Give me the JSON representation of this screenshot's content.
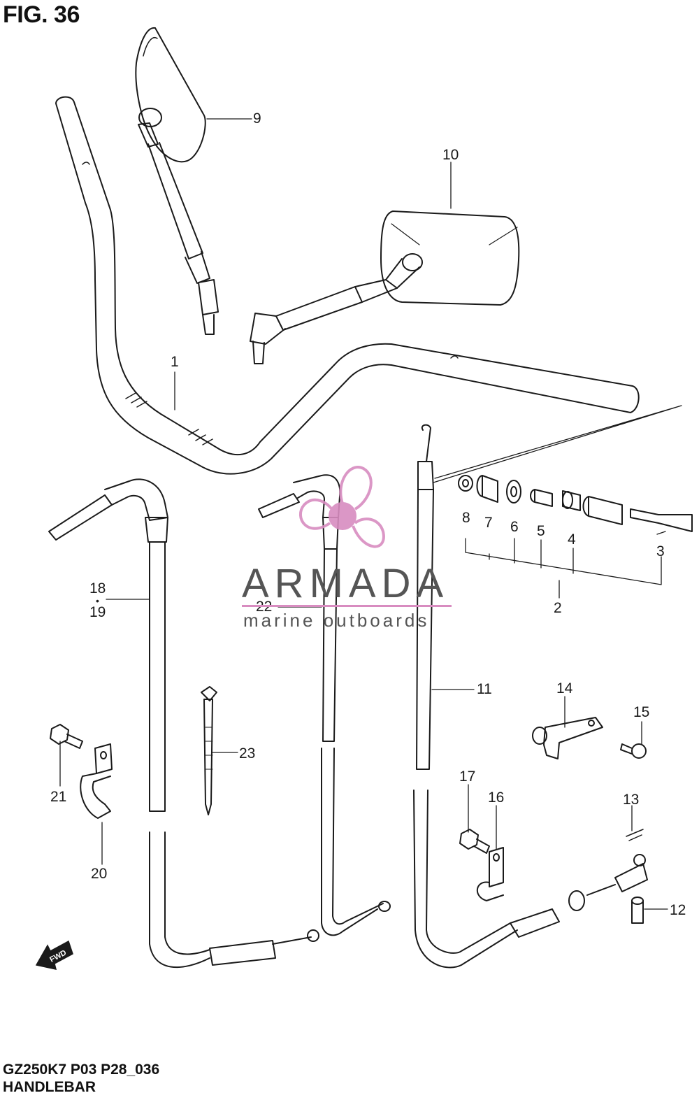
{
  "figure": {
    "title": "FIG. 36"
  },
  "footer": {
    "model_code": "GZ250K7 P03 P28_036",
    "section_name": "HANDLEBAR"
  },
  "watermark": {
    "brand": "ARMADA",
    "tagline": "marine outboards",
    "color": "#d88cc0"
  },
  "direction_tag": "FWD",
  "callouts": [
    {
      "id": "1",
      "label": "1"
    },
    {
      "id": "2",
      "label": "2"
    },
    {
      "id": "3",
      "label": "3"
    },
    {
      "id": "4",
      "label": "4"
    },
    {
      "id": "5",
      "label": "5"
    },
    {
      "id": "6",
      "label": "6"
    },
    {
      "id": "7",
      "label": "7"
    },
    {
      "id": "8",
      "label": "8"
    },
    {
      "id": "9",
      "label": "9"
    },
    {
      "id": "10",
      "label": "10"
    },
    {
      "id": "11",
      "label": "11"
    },
    {
      "id": "12",
      "label": "12"
    },
    {
      "id": "13",
      "label": "13"
    },
    {
      "id": "14",
      "label": "14"
    },
    {
      "id": "15",
      "label": "15"
    },
    {
      "id": "16",
      "label": "16"
    },
    {
      "id": "17",
      "label": "17"
    },
    {
      "id": "18",
      "label": "18"
    },
    {
      "id": "19",
      "label": "19"
    },
    {
      "id": "20",
      "label": "20"
    },
    {
      "id": "21",
      "label": "21"
    },
    {
      "id": "22",
      "label": "22"
    },
    {
      "id": "23",
      "label": "23"
    }
  ],
  "callout_separator": "•"
}
